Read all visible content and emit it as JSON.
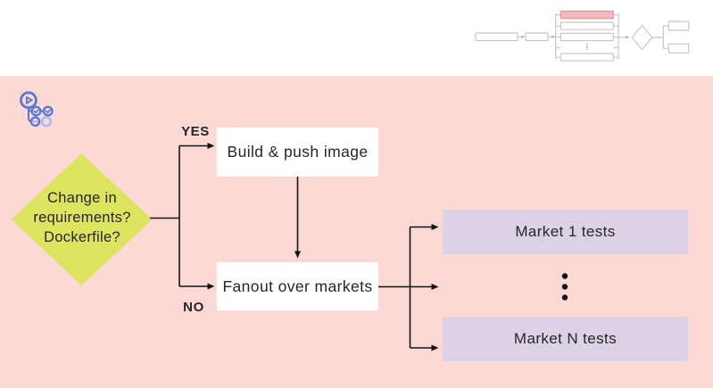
{
  "palette": {
    "panel_pink": "#fcd9d4",
    "diamond_green": "#dde45f",
    "market_lavender": "#dbd3e5",
    "node_white": "#ffffff",
    "text_dark": "#262626",
    "line_black": "#141414",
    "minimap_gray": "#c7c7c7",
    "minimap_highlight_fill": "#f2bbbe",
    "minimap_highlight_stroke": "#dd9297",
    "actions_icon_blue": "#5b79d6",
    "actions_icon_faded_blue": "#a9bce8"
  },
  "header": {
    "minimap": {
      "parallel_steps": 4,
      "highlighted_step": 1,
      "has_decision_diamond": true,
      "output_boxes": 2
    }
  },
  "flow": {
    "icon": "github-actions",
    "decision": {
      "shape": "diamond",
      "lines": [
        "Change in",
        "requirements?",
        "Dockerfile?"
      ]
    },
    "branches": {
      "yes": "YES",
      "no": "NO"
    },
    "nodes": [
      {
        "id": "build",
        "label": "Build & push image"
      },
      {
        "id": "fanout",
        "label": "Fanout over markets"
      },
      {
        "id": "market-1",
        "label": "Market 1 tests"
      },
      {
        "id": "market-n",
        "label": "Market N tests"
      }
    ],
    "edges": [
      "decision -YES-> build",
      "decision -NO-> fanout",
      "build -> fanout",
      "fanout -> market-1",
      "fanout -> (more markets …)",
      "fanout -> market-n"
    ]
  }
}
